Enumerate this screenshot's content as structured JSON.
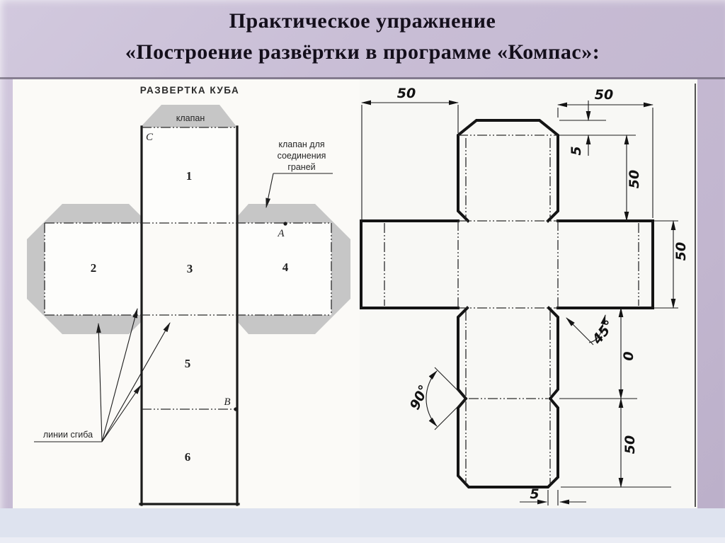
{
  "slide": {
    "title_line1": "Практическое упражнение",
    "title_line2": "«Построение развёртки в программе «Компас»:"
  },
  "left_diagram": {
    "heading": "РАЗВЕРТКА КУБА",
    "flap_label": "клапан",
    "note_line1": "клапан для",
    "note_line2": "соединения",
    "note_line3": "граней",
    "fold_lines_label": "линии сгиба",
    "faces": {
      "f1": "1",
      "f2": "2",
      "f3": "3",
      "f4": "4",
      "f5": "5",
      "f6": "6"
    },
    "points": {
      "a": "А",
      "b": "В",
      "c": "С"
    }
  },
  "right_diagram": {
    "dim_top_left_width": "50",
    "dim_top_right_width": "50",
    "dim_flap_height": "5",
    "dim_top_square_height": "50",
    "dim_strip_height": "50",
    "dim_chamfer_angle": "45°",
    "dim_below_strip": "0",
    "dim_bottom_square_height": "50",
    "dim_notch_angle": "90°",
    "dim_bottom_chamfer_width": "5"
  },
  "colors": {
    "background_top": "#d2c9de",
    "background_bottom": "#bbafc9",
    "title_text": "#140f1b",
    "panel_left": "#fbfaf7",
    "panel_right": "#f8f8f5",
    "bottom_strip": "#dee3ef",
    "flap_gray": "#c6c6c6",
    "drawing_line": "#1a1a1a"
  }
}
